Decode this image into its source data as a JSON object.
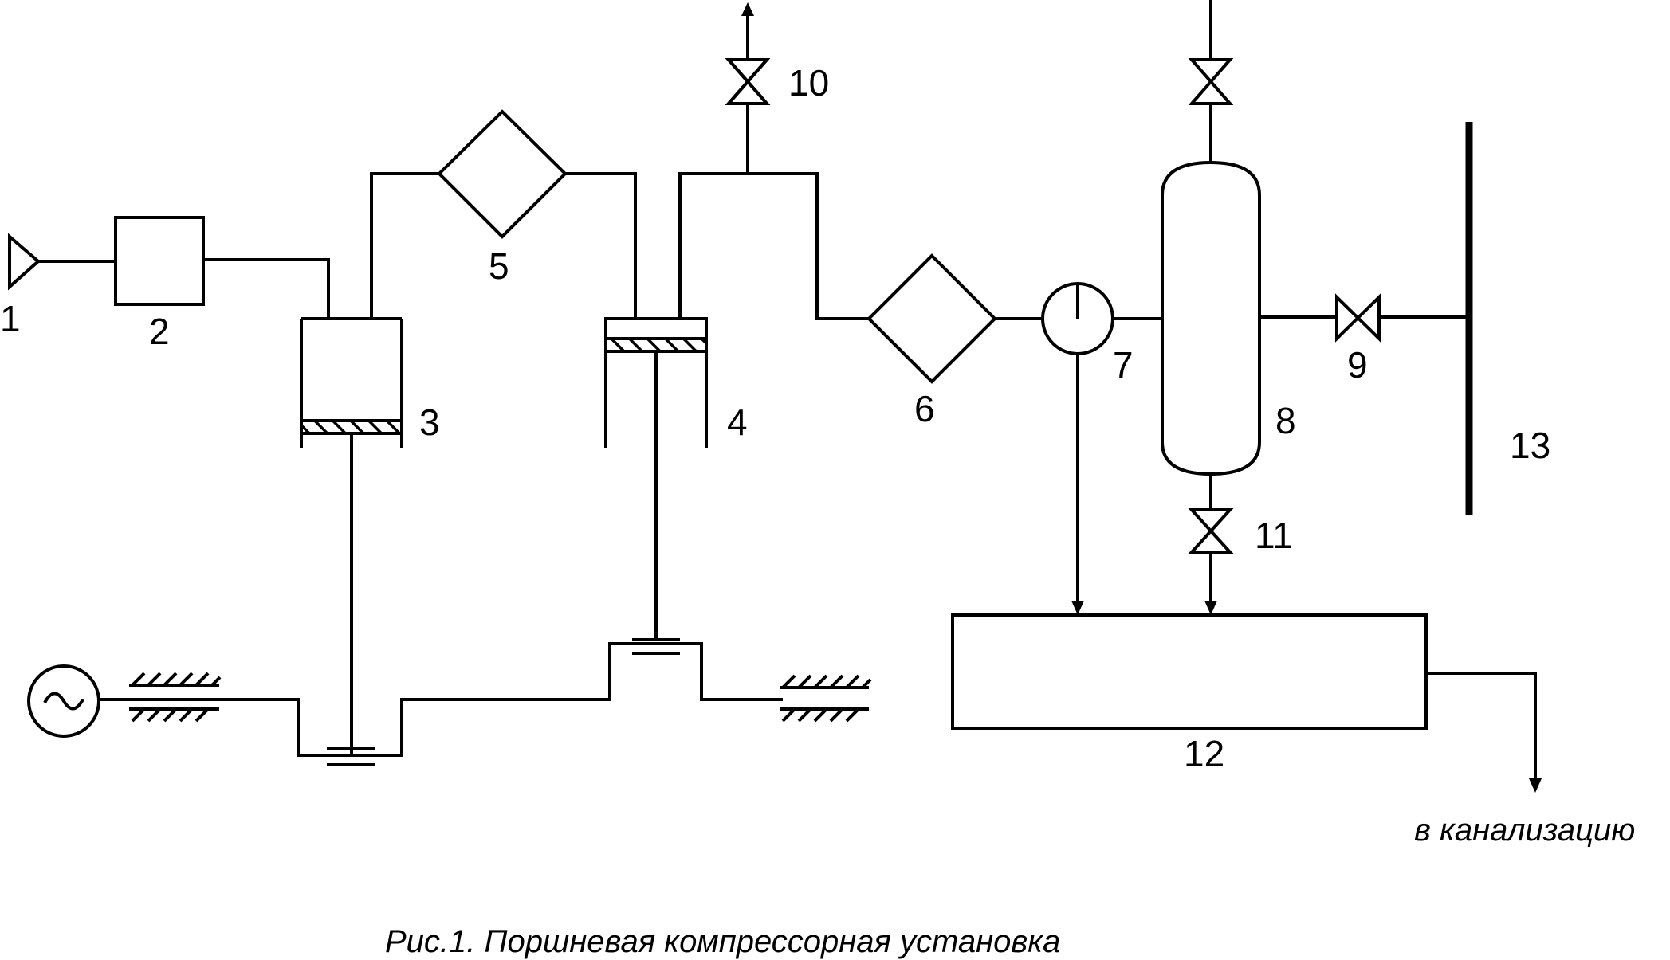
{
  "labels": {
    "l1": "1",
    "l2": "2",
    "l3": "3",
    "l4": "4",
    "l5": "5",
    "l6": "6",
    "l7": "7",
    "l8": "8",
    "l9": "9",
    "l10": "10",
    "l11": "11",
    "l12": "12",
    "l13": "13"
  },
  "drain_note": "в канализацию",
  "caption": "Рис.1. Поршневая компрессорная установка"
}
